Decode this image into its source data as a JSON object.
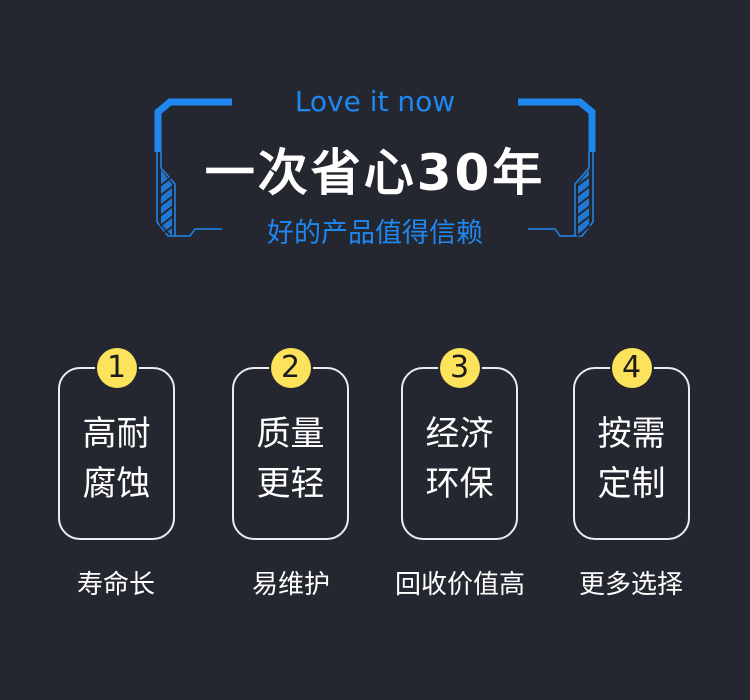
{
  "header": {
    "tagline": "Love it now",
    "title": "一次省心30年",
    "subtitle": "好的产品值得信赖"
  },
  "colors": {
    "background": "#252730",
    "accent_blue": "#1e87f0",
    "badge_yellow": "#fde35b",
    "text_white": "#ffffff"
  },
  "features": [
    {
      "number": "1",
      "line1": "高耐",
      "line2": "腐蚀",
      "caption": "寿命长"
    },
    {
      "number": "2",
      "line1": "质量",
      "line2": "更轻",
      "caption": "易维护"
    },
    {
      "number": "3",
      "line1": "经济",
      "line2": "环保",
      "caption": "回收价值高"
    },
    {
      "number": "4",
      "line1": "按需",
      "line2": "定制",
      "caption": "更多选择"
    }
  ]
}
